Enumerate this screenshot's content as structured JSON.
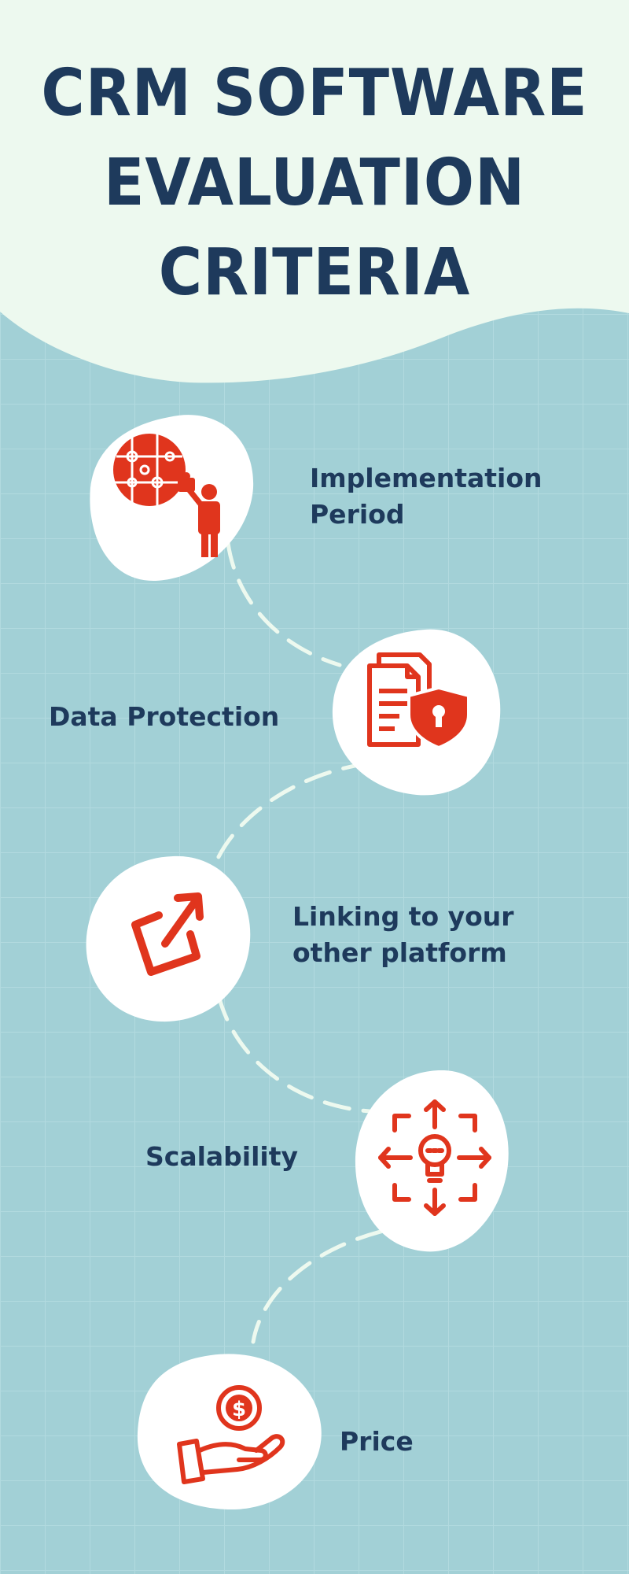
{
  "header": {
    "title_lines": [
      "CRM SOFTWARE",
      "EVALUATION",
      "CRITERIA"
    ]
  },
  "colors": {
    "background": "#a2d0d6",
    "header_background": "#edf9ef",
    "heading_text": "#1e3a5c",
    "icon_accent": "#e0351d",
    "connector": "#edf9ef"
  },
  "criteria": [
    {
      "label_lines": [
        "Implementation",
        "Period"
      ],
      "icon": "puzzle-globe-person-icon"
    },
    {
      "label_lines": [
        "Data Protection"
      ],
      "icon": "documents-shield-lock-icon"
    },
    {
      "label_lines": [
        "Linking to your",
        "other platform"
      ],
      "icon": "external-link-icon"
    },
    {
      "label_lines": [
        "Scalability"
      ],
      "icon": "lightbulb-expand-arrows-icon"
    },
    {
      "label_lines": [
        "Price"
      ],
      "icon": "hand-dollar-coin-icon"
    }
  ]
}
